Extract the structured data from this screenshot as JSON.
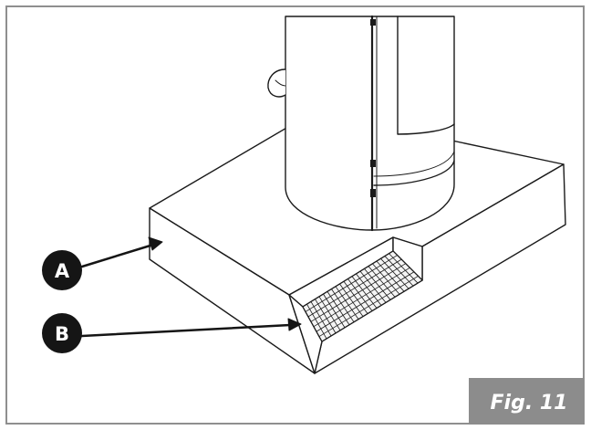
{
  "callouts": [
    {
      "label": "A"
    },
    {
      "label": "B"
    }
  ],
  "figure_label": "Fig. 11",
  "colors": {
    "line": "#1a1a1a",
    "frame": "#8f8f8f",
    "callout_fill": "#151515",
    "fig_tab_fill": "#8c8c8c",
    "paper": "#ffffff"
  }
}
